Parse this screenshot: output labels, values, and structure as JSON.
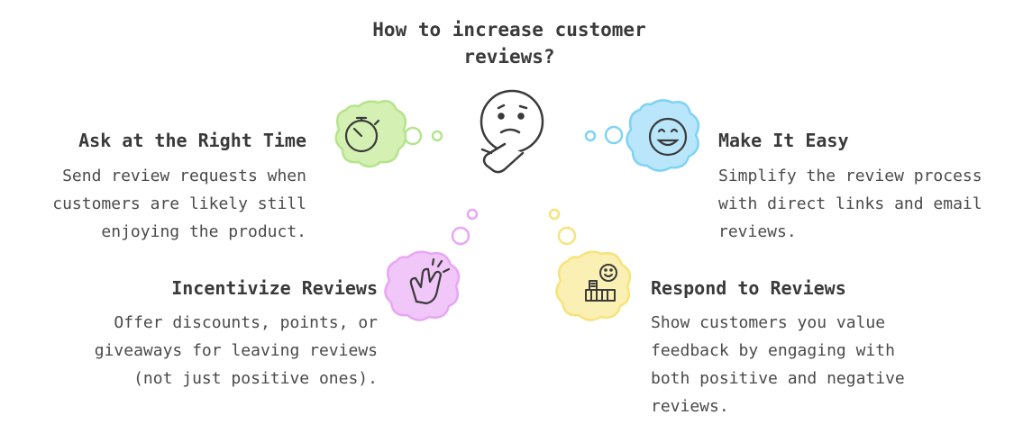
{
  "title": "How to increase customer reviews?",
  "items": [
    {
      "heading": "Ask at the Right Time",
      "description": "Send review requests when customers are likely still enjoying the product.",
      "icon": "stopwatch-icon",
      "color": "#b5e48c"
    },
    {
      "heading": "Make It Easy",
      "description": "Simplify the review process with direct links and email reviews.",
      "icon": "smiley-face-icon",
      "color": "#7fd3f5"
    },
    {
      "heading": "Incentivize Reviews",
      "description": "Offer discounts, points, or giveaways for leaving reviews (not just positive ones).",
      "icon": "clapping-hands-icon",
      "color": "#e9a6f5"
    },
    {
      "heading": "Respond to Reviews",
      "description": "Show customers you value feedback by engaging with both positive and negative reviews.",
      "icon": "customer-feedback-icon",
      "color": "#f7e37a"
    }
  ],
  "center_icon": "thinking-face-icon"
}
